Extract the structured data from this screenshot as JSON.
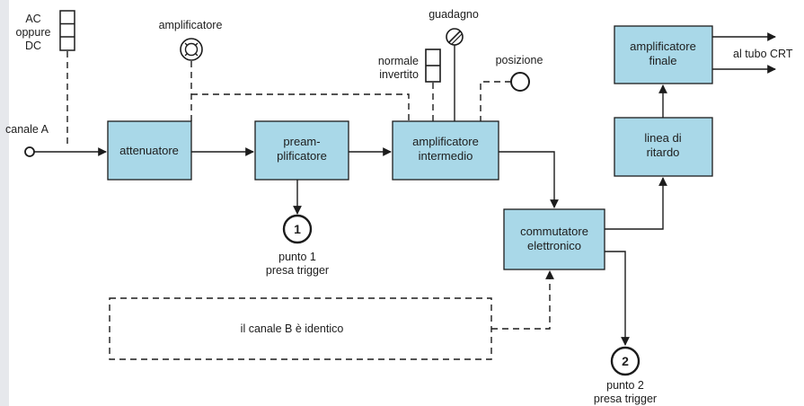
{
  "labels": {
    "ac_dc": [
      "AC",
      "oppure",
      "DC"
    ],
    "amplificatore": "amplificatore",
    "guadagno": "guadagno",
    "normale_invertito": [
      "normale",
      "invertito"
    ],
    "posizione": "posizione",
    "canale_a": "canale A",
    "al_tubo_crt": "al tubo CRT",
    "punto1": [
      "punto 1",
      "presa trigger"
    ],
    "punto2": [
      "punto 2",
      "presa trigger"
    ],
    "canale_b": "il canale B è identico"
  },
  "blocks": {
    "attenuatore": [
      "attenuatore"
    ],
    "preamplificatore": [
      "pream-",
      "plificatore"
    ],
    "amplificatore_intermedio": [
      "amplificatore",
      "intermedio"
    ],
    "commutatore_elettronico": [
      "commutatore",
      "elettronico"
    ],
    "linea_di_ritardo": [
      "linea di",
      "ritardo"
    ],
    "amplificatore_finale": [
      "amplificatore",
      "finale"
    ]
  },
  "markers": {
    "trigger_1": "1",
    "trigger_2": "2"
  },
  "colors": {
    "block_fill": "#a9d8e8",
    "line": "#1c1c1c"
  }
}
